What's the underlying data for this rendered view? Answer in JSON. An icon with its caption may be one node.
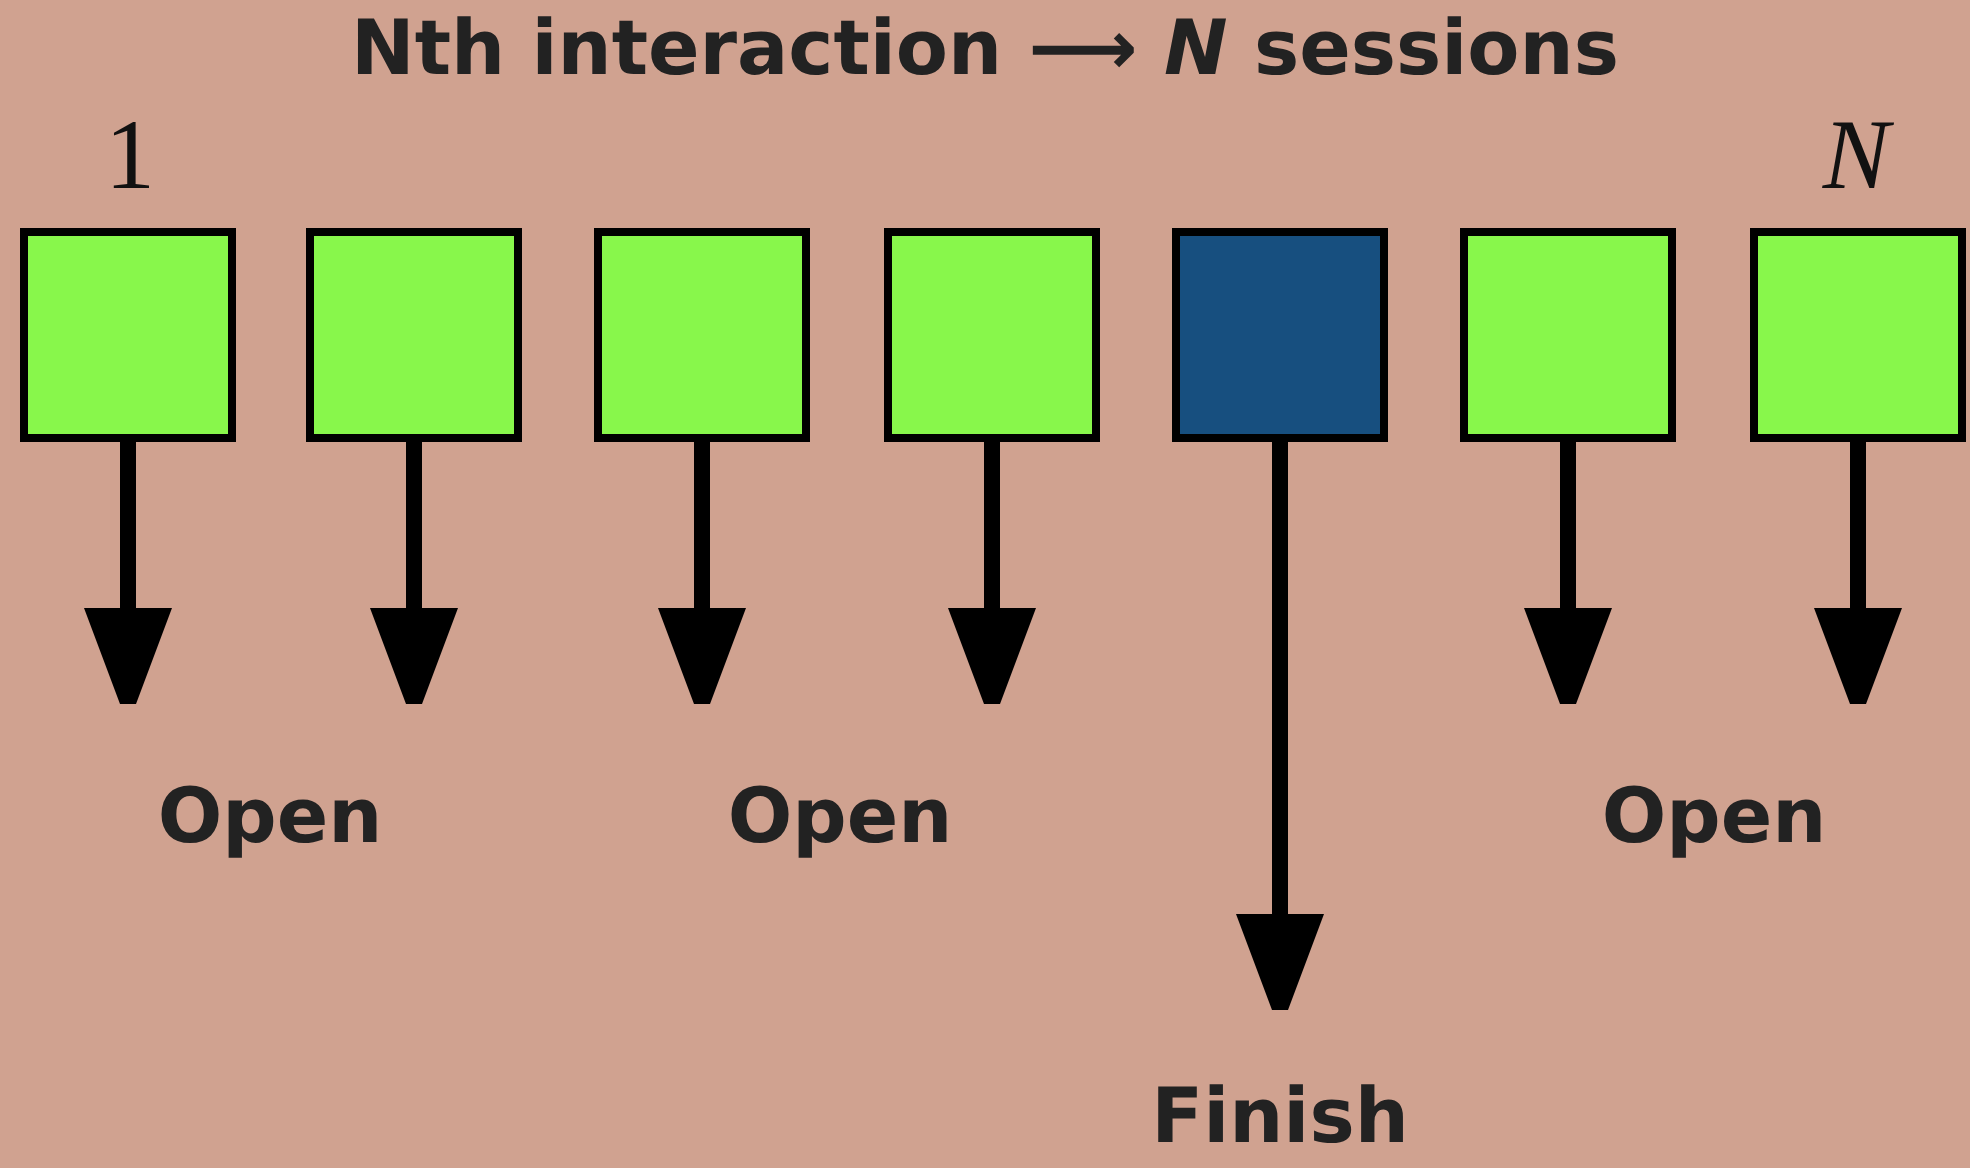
{
  "diagram": {
    "title": "Nth interaction ⟶ *N* sessions",
    "nodes": [
      {
        "text": [],
        "shape": "box"
      },
      {
        "text": [],
        "shape": "box"
      },
      {
        "text": [],
        "shape": "box"
      },
      {
        "text": [],
        "shape": "box"
      },
      {
        "text": [],
        "shape": "box"
      },
      {
        "text": [],
        "shape": "box"
      },
      {
        "text": [],
        "shape": "box"
      }
    ],
    "edges": [
      {
        "from": 0,
        "to": null,
        "arrow": "to"
      },
      {
        "from": 1,
        "to": null,
        "arrow": "to"
      },
      {
        "from": 2,
        "to": null,
        "arrow": "to"
      },
      {
        "from": 3,
        "to": null,
        "arrow": "to"
      },
      {
        "from": 4,
        "to": null,
        "arrow": "to"
      },
      {
        "from": 5,
        "to": null,
        "arrow": "to"
      },
      {
        "from": 6,
        "to": null,
        "arrow": "to"
      }
    ],
    "labels": [
      "1",
      "N",
      "Open",
      "Open",
      "Open",
      "Finish"
    ]
  }
}
